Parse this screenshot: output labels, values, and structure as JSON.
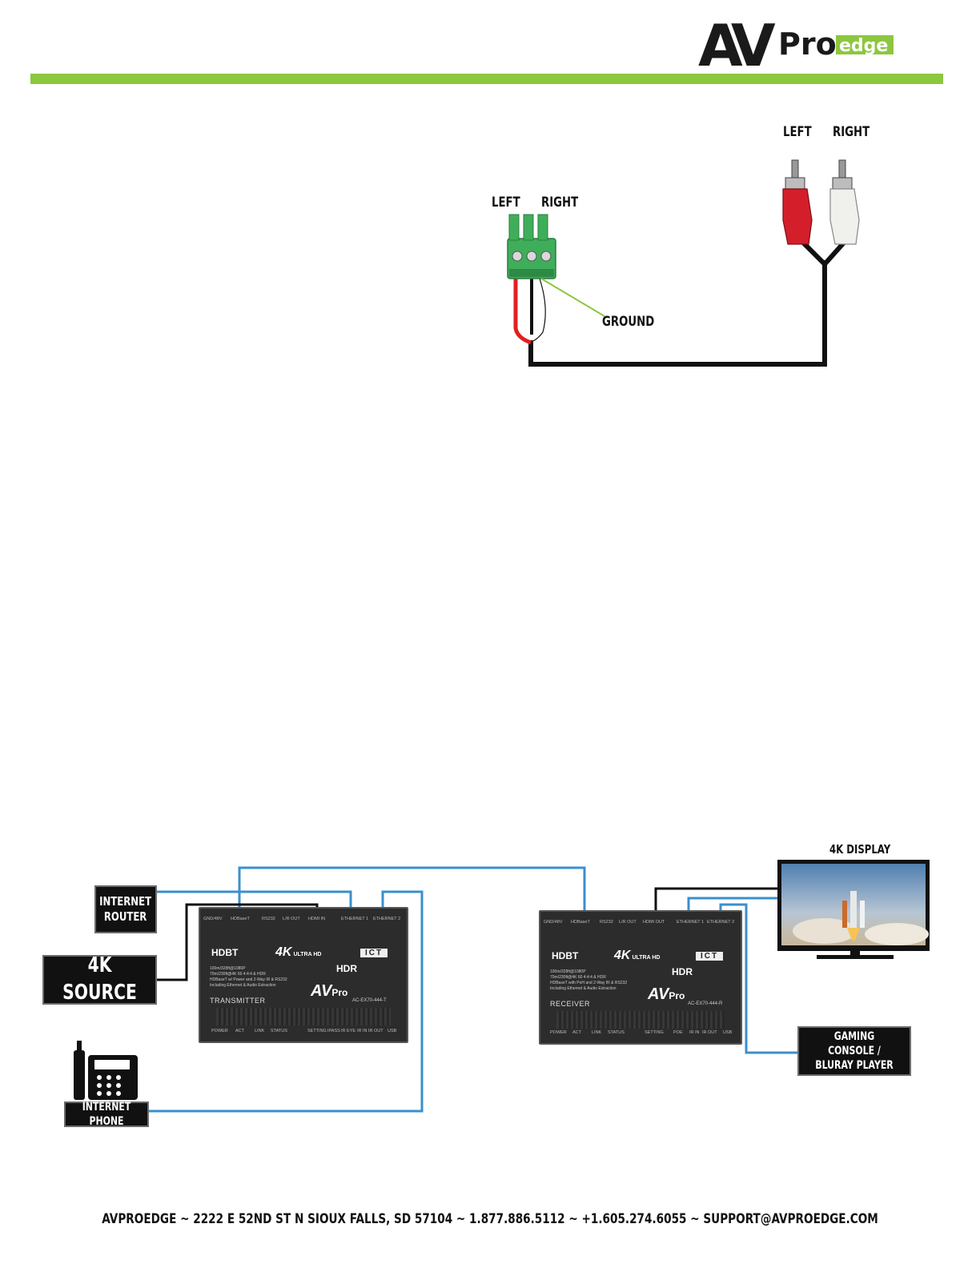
{
  "header": {
    "logo_av": "AV",
    "logo_pro": "Pro",
    "logo_edge": "edge",
    "rule_color": "#8dc63f"
  },
  "wiring": {
    "phoenix_left": "LEFT",
    "phoenix_right": "RIGHT",
    "rca_left": "LEFT",
    "rca_right": "RIGHT",
    "ground": "GROUND"
  },
  "system": {
    "internet_router": "INTERNET\nROUTER",
    "source": "4K SOURCE",
    "phone": "INTERNET PHONE",
    "display": "4K DISPLAY",
    "gaming": "GAMING CONSOLE /\nBLURAY PLAYER",
    "link_color": "#3a8fcf",
    "transmitter": {
      "ports_top": [
        "GND/48V",
        "HDBaseT",
        "RS232",
        "L/R OUT",
        "HDMI IN",
        "ETHERNET 1",
        "ETHERNET 2"
      ],
      "ports_bottom": [
        "POWER",
        "ACT",
        "LINK",
        "STATUS",
        "SETTING",
        "IPASS",
        "IR EYE",
        "IR IN",
        "IR OUT",
        "USB"
      ],
      "hdbt": "HDBT",
      "uhd_4k": "4K",
      "uhd_text": "ULTRA HD",
      "ict": "ICT",
      "hdr": "HDR",
      "specs": "100m/328ft@1080P\n70m/230ft@4K 60 4:4:4 & HDR\nHDBaseT w/ Power and 2-Way IR & RS232\nIncluding Ethernet & Audio Extraction",
      "role": "TRANSMITTER",
      "brand": "AV",
      "brand_pro": "Pro",
      "model": "AC-EX70-444-T"
    },
    "receiver": {
      "ports_top": [
        "GND/48V",
        "HDBaseT",
        "RS232",
        "L/R OUT",
        "HDMI OUT",
        "ETHERNET 1",
        "ETHERNET 2"
      ],
      "ports_bottom": [
        "POWER",
        "ACT",
        "LINK",
        "STATUS",
        "SETTING",
        "POE",
        "IR IN",
        "IR OUT",
        "USB"
      ],
      "hdbt": "HDBT",
      "uhd_4k": "4K",
      "uhd_text": "ULTRA HD",
      "ict": "ICT",
      "hdr": "HDR",
      "specs": "100m/328ft@1080P\n70m/230ft@4K 60 4:4:4 & HDR\nHDBaseT with PoH and 2-Way IR & RS232\nIncluding Ethernet & Audio Extraction",
      "role": "RECEIVER",
      "brand": "AV",
      "brand_pro": "Pro",
      "model": "AC-EX70-444-R"
    }
  },
  "footer": "AVPROEDGE ~ 2222 E 52ND ST N SIOUX FALLS, SD 57104 ~ 1.877.886.5112 ~ +1.605.274.6055 ~ SUPPORT@AVPROEDGE.COM"
}
